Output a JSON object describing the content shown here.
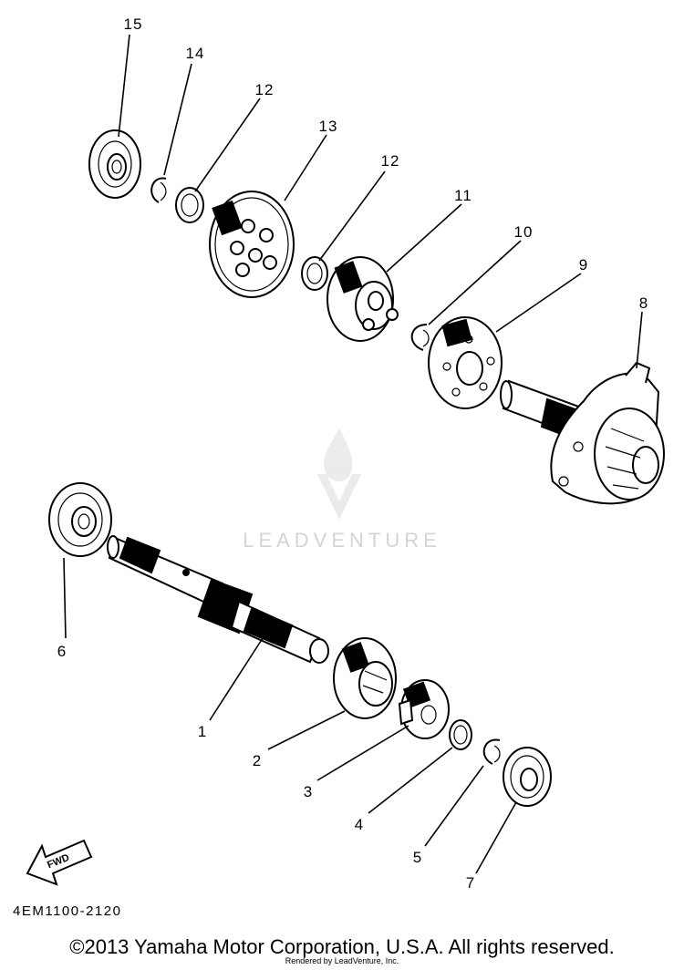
{
  "diagram": {
    "callouts": [
      {
        "id": "1",
        "label": "1"
      },
      {
        "id": "2",
        "label": "2"
      },
      {
        "id": "3",
        "label": "3"
      },
      {
        "id": "4",
        "label": "4"
      },
      {
        "id": "5",
        "label": "5"
      },
      {
        "id": "6",
        "label": "6"
      },
      {
        "id": "7",
        "label": "7"
      },
      {
        "id": "8",
        "label": "8"
      },
      {
        "id": "9",
        "label": "9"
      },
      {
        "id": "10",
        "label": "10"
      },
      {
        "id": "11",
        "label": "11"
      },
      {
        "id": "12a",
        "label": "12"
      },
      {
        "id": "12b",
        "label": "12"
      },
      {
        "id": "13",
        "label": "13"
      },
      {
        "id": "14",
        "label": "14"
      },
      {
        "id": "15",
        "label": "15"
      }
    ],
    "fwd_label": "FWD",
    "diagram_code": "4EM1100-2120",
    "watermark": "LEADVENTURE"
  },
  "footer": {
    "copyright": "©2013 Yamaha Motor Corporation, U.S.A. All rights reserved.",
    "rendered_by": "Rendered by LeadVenture, Inc."
  }
}
